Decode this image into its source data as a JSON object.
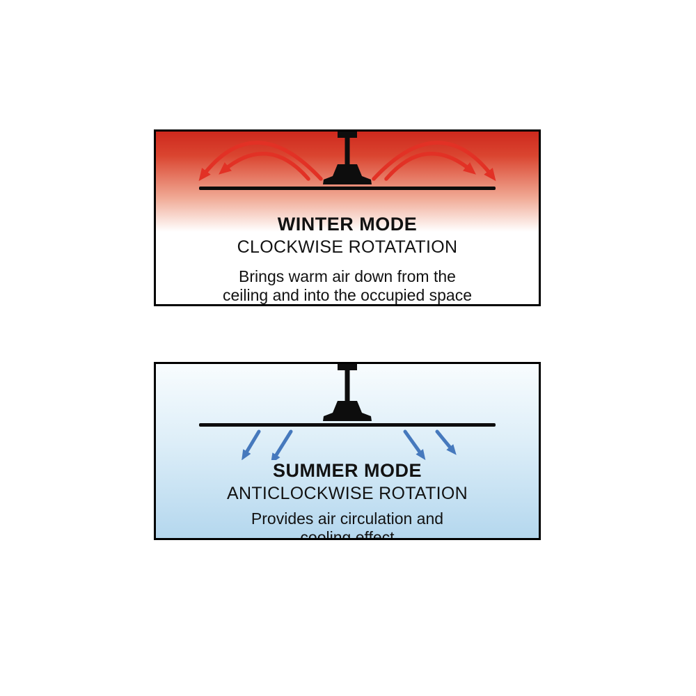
{
  "winter": {
    "title": "WINTER MODE",
    "subtitle": "CLOCKWISE ROTATATION",
    "description_line1": "Brings warm air down from the",
    "description_line2": "ceiling and into the occupied space",
    "arrow_color": "#e23125",
    "gradient_top_color": "#ce291d",
    "gradient_bottom_color": "#ffffff"
  },
  "summer": {
    "title": "SUMMER MODE",
    "subtitle": "ANTICLOCKWISE ROTATION",
    "description_line1": "Provides air circulation and",
    "description_line2": "cooling effect",
    "arrow_color": "#4679bd",
    "gradient_top_color": "#f8fcfe",
    "gradient_bottom_color": "#b4d7ee"
  }
}
